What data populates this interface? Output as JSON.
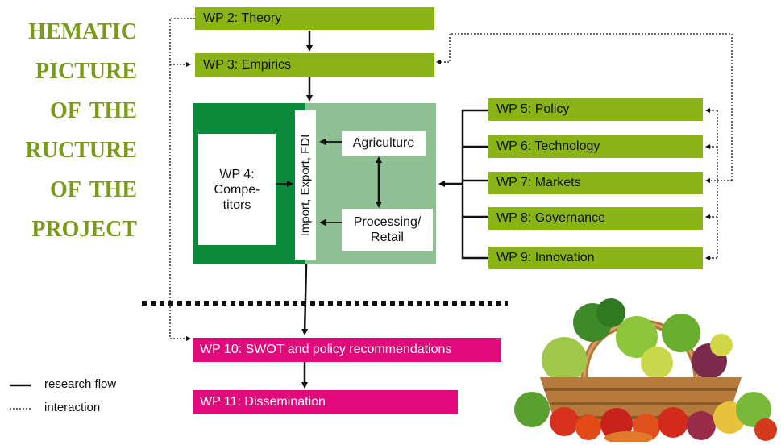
{
  "title": {
    "lines": [
      "hematic",
      "picture",
      "of the",
      "ructure",
      "of the",
      "project"
    ]
  },
  "work_packages": {
    "wp2": "WP 2: Theory",
    "wp3": "WP 3: Empirics",
    "wp4": "WP 4:\nCompe-\ntitors",
    "wp5": "WP 5: Policy",
    "wp6": "WP 6: Technology",
    "wp7": "WP 7: Markets",
    "wp8": "WP 8: Governance",
    "wp9": "WP 9: Innovation",
    "wp10": "WP 10: SWOT and policy recommendations",
    "wp11": "WP 11: Dissemination"
  },
  "inner": {
    "trade": "Import, Export, FDI",
    "agriculture": "Agriculture",
    "processing": "Processing/\nRetail"
  },
  "legend": {
    "research_flow": "research flow",
    "interaction": "interaction"
  },
  "colors": {
    "wp_green": "#8ab415",
    "wp_pink": "#e2097a",
    "dark_green": "#0a8a3a",
    "light_green": "#8fc093",
    "title_green": "#7a9a1a"
  }
}
